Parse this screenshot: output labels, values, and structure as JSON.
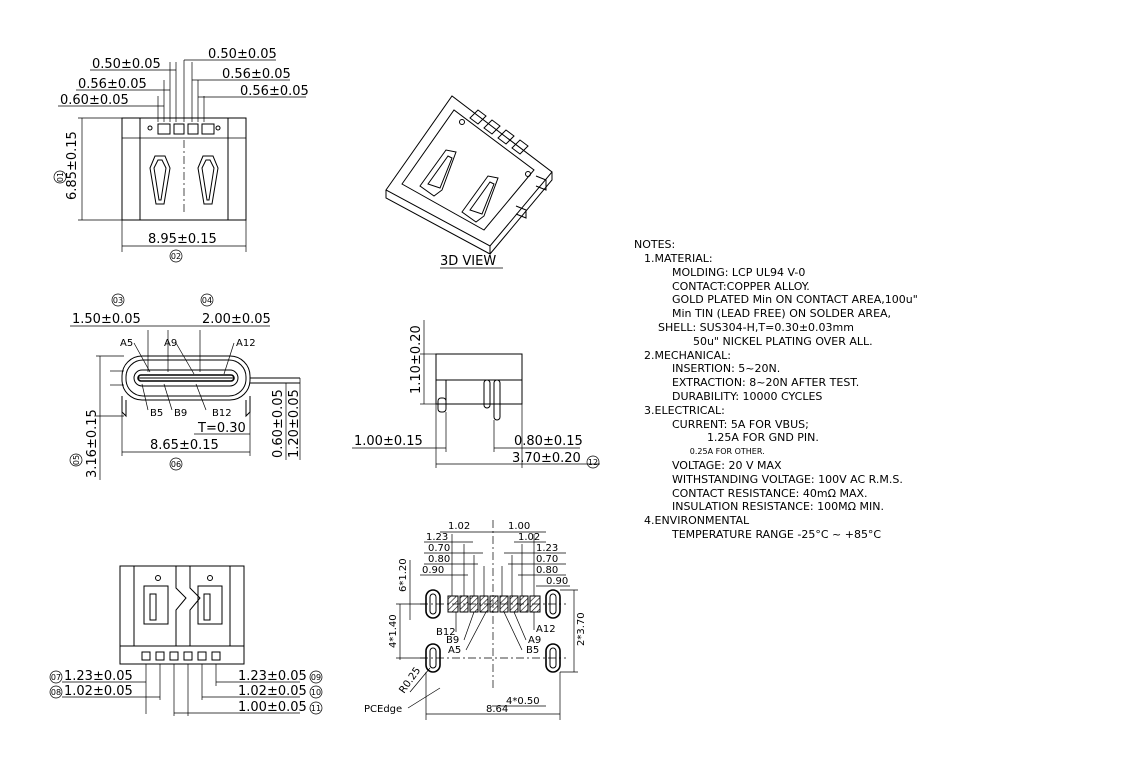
{
  "top_view": {
    "dims": {
      "d1": "0.50±0.05",
      "d2": "0.50±0.05",
      "d3": "0.56±0.05",
      "d4": "0.56±0.05",
      "d5": "0.60±0.05",
      "d6": "0.56±0.05",
      "height": "6.85±0.15",
      "width": "8.95±0.15"
    },
    "refs": {
      "r01": "01",
      "r02": "02"
    }
  },
  "iso_view": {
    "label": "3D VIEW"
  },
  "front_view": {
    "dims": {
      "left_top": "1.50±0.05",
      "right_top": "2.00±0.05",
      "thickness": "T=0.30",
      "width": "8.65±0.15",
      "height": "3.16±0.15",
      "h1": "0.60±0.05",
      "h2": "1.20±0.05"
    },
    "pins": {
      "a5": "A5",
      "a9": "A9",
      "a12": "A12",
      "b5": "B5",
      "b9": "B9",
      "b12": "B12"
    },
    "refs": {
      "r03": "03",
      "r04": "04",
      "r05": "05",
      "r06": "06"
    }
  },
  "side_view": {
    "dims": {
      "height": "1.10±0.20",
      "left": "1.00±0.15",
      "right": "0.80±0.15",
      "length": "3.70±0.20"
    },
    "refs": {
      "r12": "12"
    }
  },
  "bottom_view": {
    "dims": {
      "l1": "1.23±0.05",
      "l2": "1.02±0.05",
      "r1": "1.23±0.05",
      "r2": "1.02±0.05",
      "r3": "1.00±0.05"
    },
    "refs": {
      "r07": "07",
      "r08": "08",
      "r09": "09",
      "r10": "10",
      "r11": "11"
    }
  },
  "footprint": {
    "dims": {
      "t102a": "1.02",
      "t100": "1.00",
      "t123a": "1.23",
      "t102b": "1.02",
      "t070a": "0.70",
      "t123b": "1.23",
      "t080a": "0.80",
      "t070b": "0.70",
      "t090a": "0.90",
      "t080b": "0.80",
      "t090b": "0.90",
      "slot_h": "6*1.20",
      "pitch_l": "4*1.40",
      "pitch_r": "2*3.70",
      "radius": "R0.25",
      "pad_w": "4*0.50",
      "width": "8.64"
    },
    "pins": {
      "b12": "B12",
      "b9": "B9",
      "a5": "A5",
      "a12": "A12",
      "a9": "A9",
      "b5": "B5"
    },
    "pcb_edge": "PCEdge"
  },
  "notes": {
    "title": "NOTES:",
    "lines": [
      "1.MATERIAL:",
      "        MOLDING: LCP UL94 V-0",
      "        CONTACT:COPPER ALLOY.",
      "        GOLD PLATED Min ON CONTACT AREA,100u\"",
      "        Min TIN (LEAD FREE) ON SOLDER AREA,",
      "    SHELL: SUS304-H,T=0.30±0.03mm",
      "              50u\" NICKEL PLATING OVER ALL.",
      "2.MECHANICAL:",
      "        INSERTION: 5~20N.",
      "        EXTRACTION: 8~20N AFTER TEST.",
      "        DURABILITY: 10000 CYCLES",
      "3.ELECTRICAL:",
      "        CURRENT: 5A FOR VBUS;",
      "                  1.25A FOR GND PIN.",
      "                  0.25A FOR OTHER.",
      "        VOLTAGE: 20 V MAX",
      "        WITHSTANDING VOLTAGE: 100V AC R.M.S.",
      "        CONTACT RESISTANCE: 40mΩ MAX.",
      "        INSULATION RESISTANCE: 100MΩ MIN.",
      "4.ENVIRONMENTAL",
      "        TEMPERATURE RANGE -25°C ~ +85°C"
    ]
  }
}
